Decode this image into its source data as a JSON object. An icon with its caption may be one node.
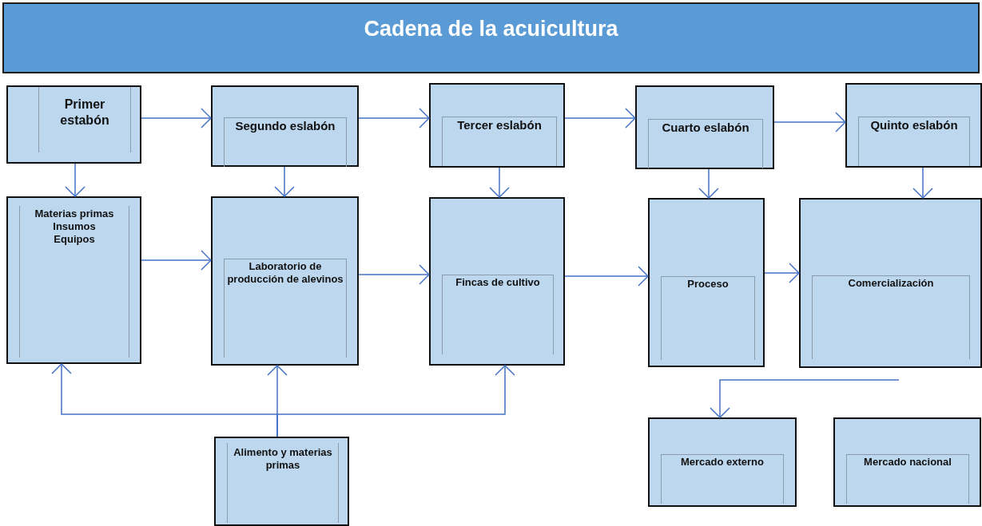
{
  "diagram": {
    "title": "Cadena de la acuicultura",
    "nodes": [
      {
        "text": [
          "Primer estabón"
        ]
      },
      {
        "text": [
          "Segundo eslabón"
        ]
      },
      {
        "text": [
          "Tercer eslabón"
        ]
      },
      {
        "text": [
          "Cuarto eslabón"
        ]
      },
      {
        "text": [
          "Quinto eslabón"
        ]
      },
      {
        "text": [
          "Materias primas",
          "Insumos",
          "Equipos"
        ]
      },
      {
        "text": [
          "Laboratorio de producción de alevinos"
        ]
      },
      {
        "text": [
          "Fincas de cultivo"
        ]
      },
      {
        "text": [
          "Proceso"
        ]
      },
      {
        "text": [
          "Comercialización"
        ]
      },
      {
        "text": [
          "Alimento y materias primas"
        ]
      },
      {
        "text": [
          "Mercado externo"
        ]
      },
      {
        "text": [
          "Mercado nacional"
        ]
      }
    ],
    "edges": [
      {
        "from": 0,
        "to": 1,
        "arrow": "to"
      },
      {
        "from": 1,
        "to": 2,
        "arrow": "to"
      },
      {
        "from": 2,
        "to": 3,
        "arrow": "to"
      },
      {
        "from": 3,
        "to": 4,
        "arrow": "to"
      },
      {
        "from": 0,
        "to": 5,
        "arrow": "to"
      },
      {
        "from": 1,
        "to": 6,
        "arrow": "to"
      },
      {
        "from": 2,
        "to": 7,
        "arrow": "to"
      },
      {
        "from": 3,
        "to": 8,
        "arrow": "to"
      },
      {
        "from": 4,
        "to": 9,
        "arrow": "to"
      },
      {
        "from": 5,
        "to": 6,
        "arrow": "to"
      },
      {
        "from": 6,
        "to": 7,
        "arrow": "to"
      },
      {
        "from": 7,
        "to": 8,
        "arrow": "to"
      },
      {
        "from": 8,
        "to": 9,
        "arrow": "to"
      },
      {
        "from": 10,
        "to": 5,
        "arrow": "to"
      },
      {
        "from": 10,
        "to": 6,
        "arrow": "to"
      },
      {
        "from": 10,
        "to": 7,
        "arrow": "to"
      },
      {
        "from": null,
        "to": 11,
        "arrow": "to"
      }
    ]
  }
}
